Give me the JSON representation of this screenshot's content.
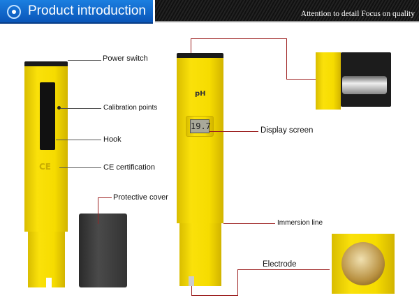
{
  "header": {
    "title": "Product introduction",
    "slogan": "Attention to detail  Focus on quality",
    "icon": "target-icon"
  },
  "labels": {
    "power_switch": "Power switch",
    "calibration_points": "Calibration points",
    "hook": "Hook",
    "ce_certification": "CE certification",
    "protective_cover": "Protective cover",
    "display_screen": "Display screen",
    "immersion_line": "Immersion line",
    "electrode": "Electrode"
  },
  "device": {
    "ph_label": "pH",
    "lcd_reading": "19.7",
    "ce_mark": "CE"
  },
  "colors": {
    "header_blue": "#0a62c8",
    "body_yellow": "#f6dc00",
    "leader_line": "#9c1f1f"
  }
}
